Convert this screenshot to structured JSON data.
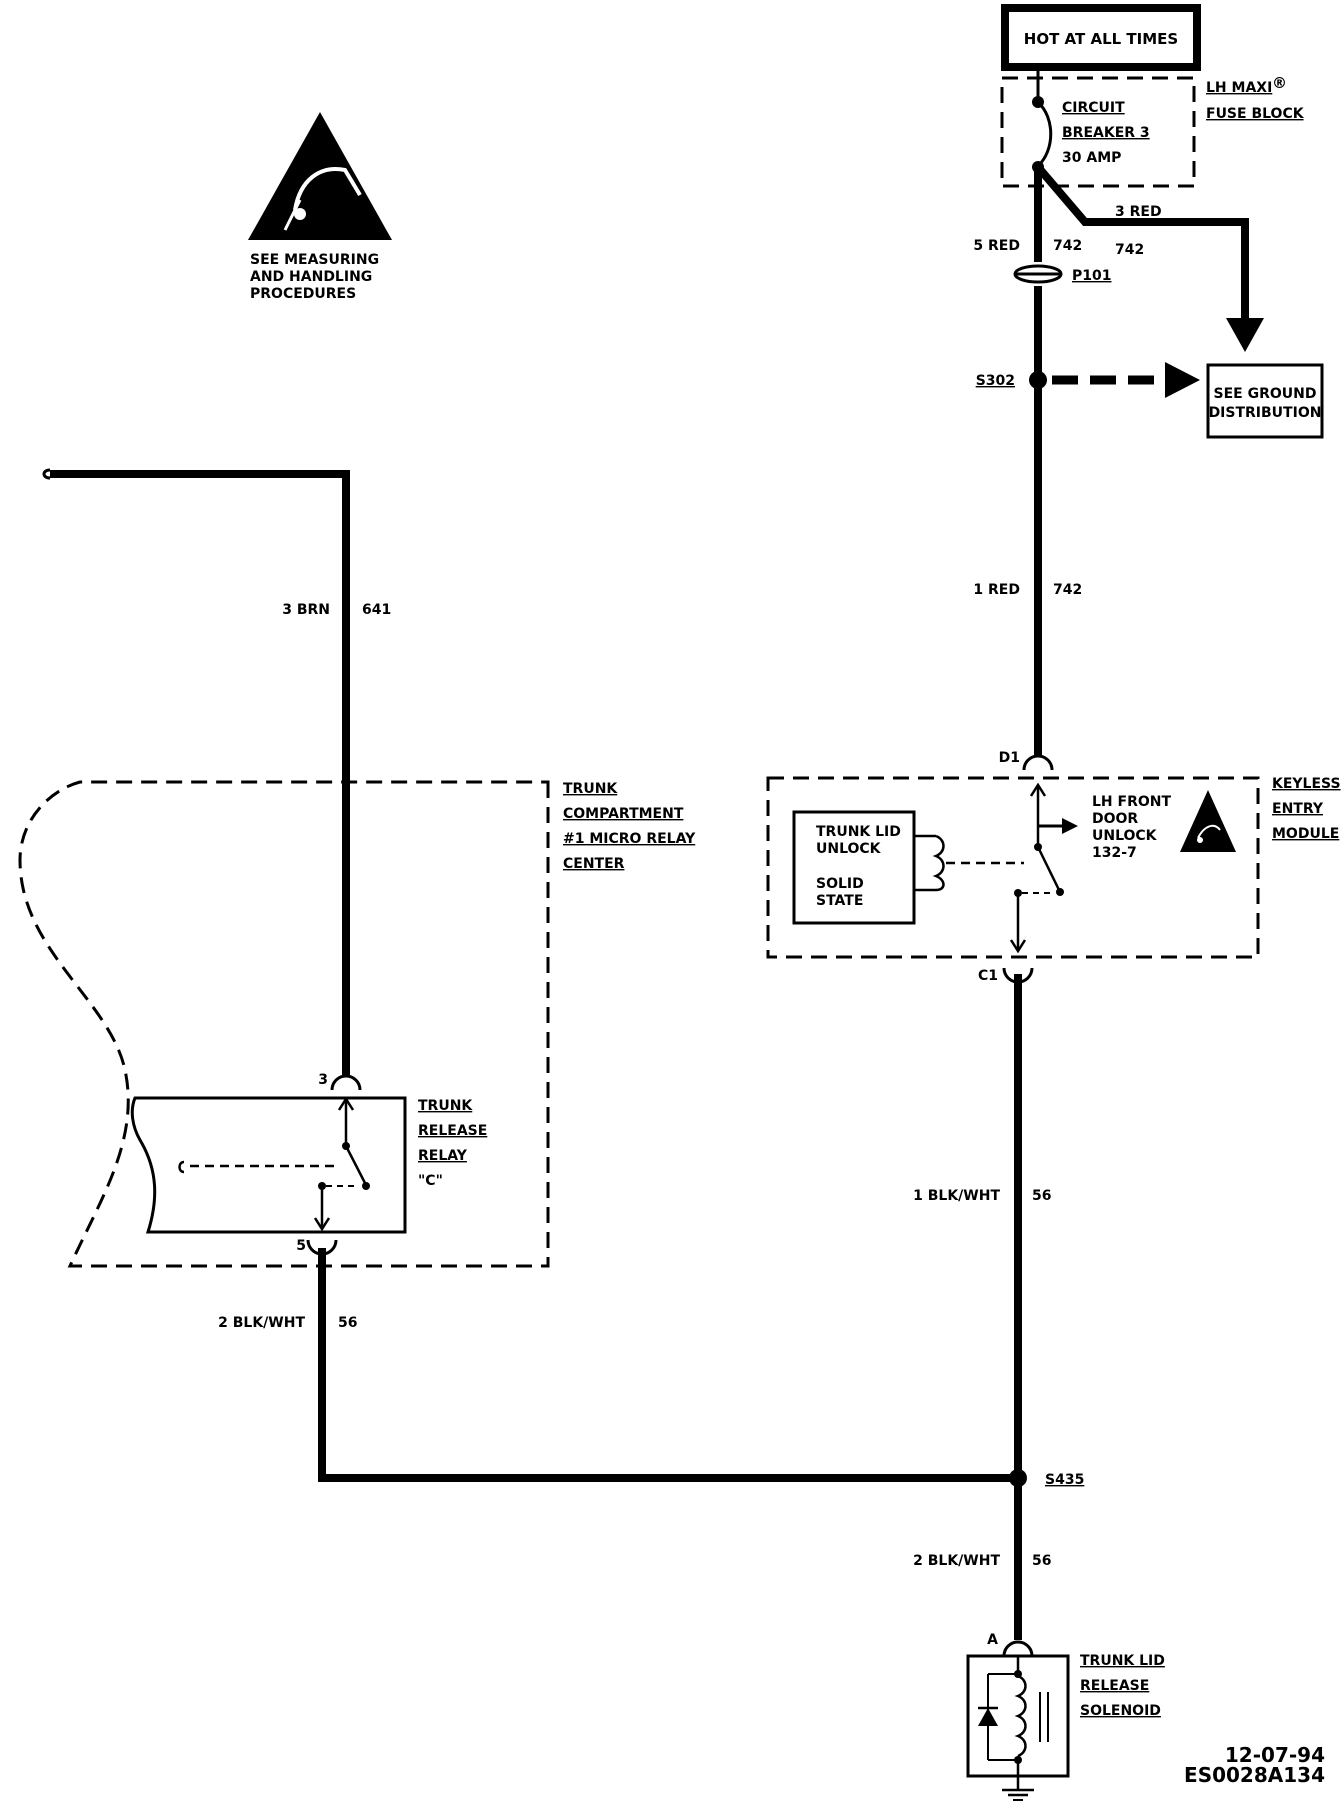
{
  "power": {
    "hot_at_all_times": "HOT AT ALL TIMES",
    "fuse_block_line1": "LH MAXI",
    "fuse_block_registered": "®",
    "fuse_block_line2": "FUSE BLOCK",
    "breaker_line1": "CIRCUIT",
    "breaker_line2": "BREAKER 3",
    "breaker_line3": "30 AMP"
  },
  "esd_note": [
    "SEE MEASURING",
    "AND HANDLING",
    "PROCEDURES"
  ],
  "ground_dist": [
    "SEE GROUND",
    "DISTRIBUTION"
  ],
  "connectors": {
    "p101": "P101",
    "s302": "S302",
    "s435": "S435",
    "d1": "D1",
    "c1": "C1",
    "relay_pin3": "3",
    "relay_pin5": "5",
    "solenoid_pin": "A"
  },
  "wires": {
    "red5": "5 RED",
    "red5_circuit": "742",
    "red3": "3 RED",
    "red3_circuit": "742",
    "red1": "1 RED",
    "red1_circuit": "742",
    "brn3": "3 BRN",
    "brn3_circuit": "641",
    "blkwht1": "1 BLK/WHT",
    "blkwht1_circuit": "56",
    "blkwht2_left": "2 BLK/WHT",
    "blkwht2_left_circuit": "56",
    "blkwht2_bottom": "2 BLK/WHT",
    "blkwht2_bottom_circuit": "56"
  },
  "relay_center": [
    "TRUNK",
    "COMPARTMENT",
    "#1 MICRO RELAY",
    "CENTER"
  ],
  "relay": [
    "TRUNK",
    "RELEASE",
    "RELAY",
    "\"C\""
  ],
  "keyless": {
    "module": [
      "KEYLESS",
      "ENTRY",
      "MODULE"
    ],
    "inner": [
      "TRUNK LID",
      "UNLOCK",
      "SOLID",
      "STATE"
    ],
    "output": [
      "LH FRONT",
      "DOOR",
      "UNLOCK",
      "132-7"
    ]
  },
  "solenoid": [
    "TRUNK LID",
    "RELEASE",
    "SOLENOID"
  ],
  "footer": {
    "date": "12-07-94",
    "code": "ES0028A134"
  }
}
